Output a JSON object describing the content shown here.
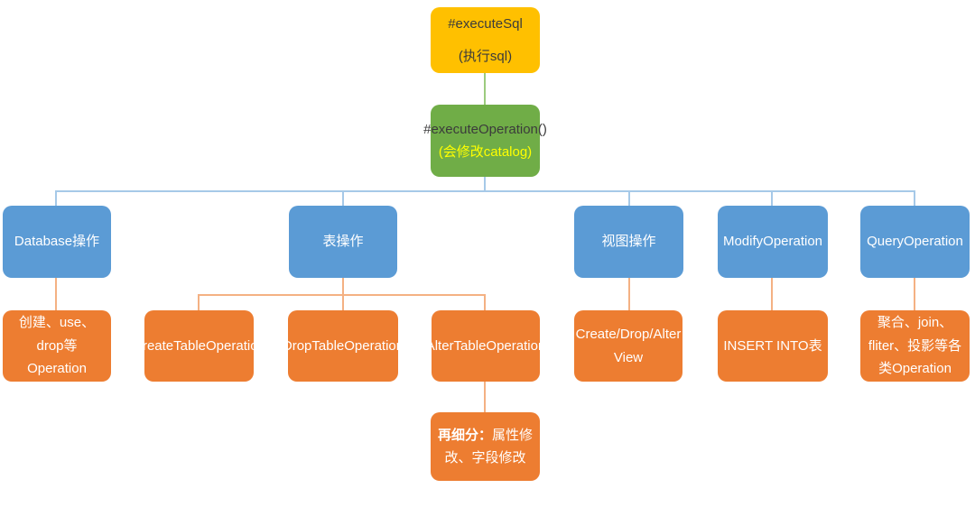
{
  "diagram": {
    "root": {
      "title": "#executeSql",
      "subtitle": "(执行sql)"
    },
    "executor": {
      "title": "#executeOperation()",
      "note": "(会修改catalog)"
    },
    "categories": [
      {
        "label": "Database操作"
      },
      {
        "label": "表操作"
      },
      {
        "label": "视图操作"
      },
      {
        "label": "ModifyOperation"
      },
      {
        "label": "QueryOperation"
      }
    ],
    "leaves": [
      {
        "label": "创建、use、drop等Operation"
      },
      {
        "label": "CreateTableOperation"
      },
      {
        "label": "DropTableOperation"
      },
      {
        "label": "AlterTableOperation"
      },
      {
        "label": "Create/Drop/Alter View"
      },
      {
        "label": "INSERT INTO表"
      },
      {
        "label": "聚合、join、fliter、投影等各类Operation"
      }
    ],
    "detail": {
      "prefix": "再细分：",
      "label": "属性修改、字段修改"
    },
    "colors": {
      "root_fill": "#FFC000",
      "executor_fill": "#70AD47",
      "category_fill": "#5B9BD5",
      "leaf_fill": "#ED7D31",
      "executor_note_text": "#FFFF00",
      "line_green": "#9CCB7E",
      "line_blue": "#A6C9E8",
      "line_orange": "#F4B183"
    }
  }
}
